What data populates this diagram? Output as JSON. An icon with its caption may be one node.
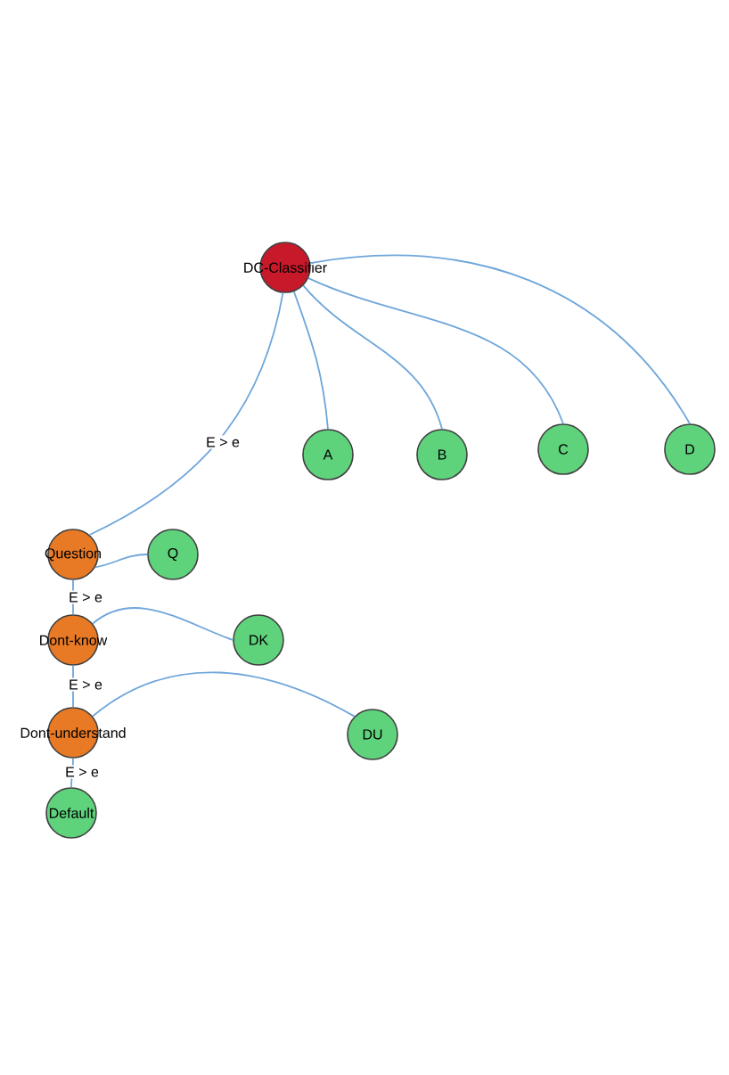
{
  "diagram": {
    "nodes": [
      {
        "text": [
          "DC-Classifier"
        ]
      },
      {
        "text": [
          "A"
        ]
      },
      {
        "text": [
          "B"
        ]
      },
      {
        "text": [
          "C"
        ]
      },
      {
        "text": [
          "D"
        ]
      },
      {
        "text": [
          "Question"
        ]
      },
      {
        "text": [
          "Q"
        ]
      },
      {
        "text": [
          "Dont-know"
        ]
      },
      {
        "text": [
          "DK"
        ]
      },
      {
        "text": [
          "Dont-understand"
        ]
      },
      {
        "text": [
          "DU"
        ]
      },
      {
        "text": [
          "Default"
        ]
      }
    ],
    "edges": [
      {
        "from": 0,
        "to": 1,
        "arrow": "none"
      },
      {
        "from": 0,
        "to": 2,
        "arrow": "none"
      },
      {
        "from": 0,
        "to": 3,
        "arrow": "none"
      },
      {
        "from": 0,
        "to": 4,
        "arrow": "none"
      },
      {
        "from": 0,
        "to": 5,
        "arrow": "none",
        "label": "E > e"
      },
      {
        "from": 5,
        "to": 6,
        "arrow": "none"
      },
      {
        "from": 5,
        "to": 7,
        "arrow": "none",
        "label": "E > e"
      },
      {
        "from": 7,
        "to": 8,
        "arrow": "none"
      },
      {
        "from": 7,
        "to": 9,
        "arrow": "none",
        "label": "E > e"
      },
      {
        "from": 9,
        "to": 10,
        "arrow": "none"
      },
      {
        "from": 9,
        "to": 11,
        "arrow": "none",
        "label": "E > e"
      }
    ]
  }
}
